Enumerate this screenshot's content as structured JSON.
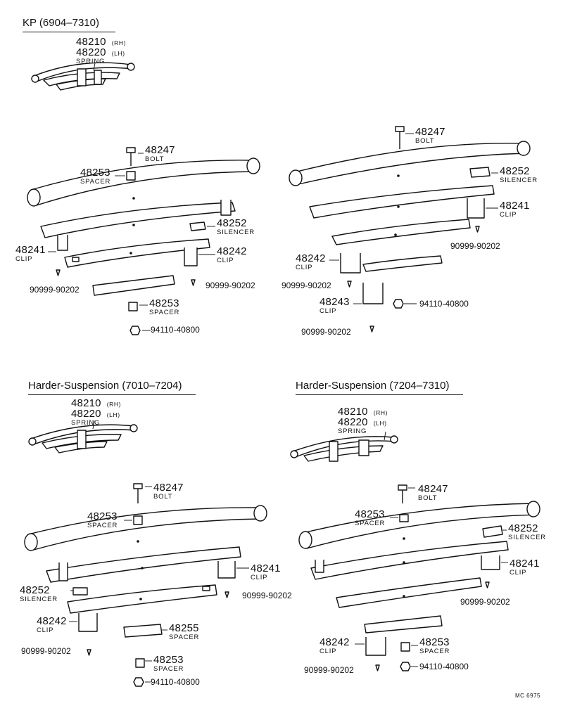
{
  "sections": {
    "kp": {
      "title": "KP (6904–7310)",
      "spring_rh": "48210",
      "spring_lh": "48220",
      "rh": "(RH)",
      "lh": "(LH)",
      "spring_label": "SPRING"
    },
    "hs1": {
      "title": "Harder-Suspension (7010–7204)",
      "spring_rh": "48210",
      "spring_lh": "48220",
      "rh": "(RH)",
      "lh": "(LH)",
      "spring_label": "SPRING"
    },
    "hs2": {
      "title": "Harder-Suspension (7204–7310)",
      "spring_rh": "48210",
      "spring_lh": "48220",
      "rh": "(RH)",
      "lh": "(LH)",
      "spring_label": "SPRING"
    }
  },
  "parts": {
    "bolt": {
      "number": "48247",
      "name": "BOLT"
    },
    "spacer": {
      "number": "48253",
      "name": "SPACER"
    },
    "spacer2": {
      "number": "48255",
      "name": "SPACER"
    },
    "silencer": {
      "number": "48252",
      "name": "SILENCER"
    },
    "clip1": {
      "number": "48241",
      "name": "CLIP"
    },
    "clip2": {
      "number": "48242",
      "name": "CLIP"
    },
    "clip3": {
      "number": "48243",
      "name": "CLIP"
    },
    "rivet": {
      "number": "90999-90202"
    },
    "nut": {
      "number": "94110-40800"
    }
  },
  "footer": {
    "code": "MC 6975"
  }
}
